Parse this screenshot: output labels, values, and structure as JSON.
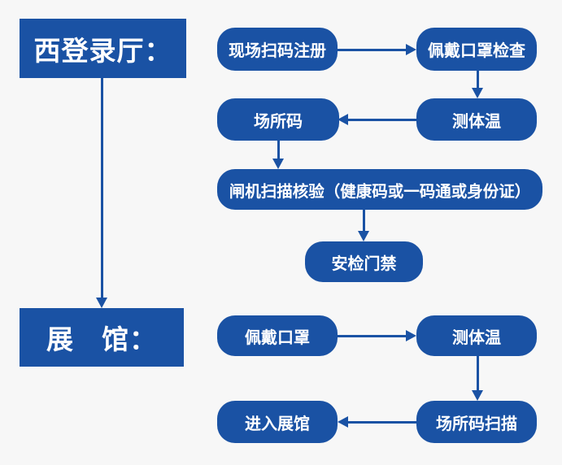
{
  "colors": {
    "primary": "#1a52a4",
    "background": "#f7f7f7",
    "node_text": "#ffffff"
  },
  "flow": {
    "type": "flowchart",
    "sections": [
      {
        "title": "西登录厅：",
        "nodes": [
          {
            "label": "现场扫码注册"
          },
          {
            "label": "佩戴口罩检查"
          },
          {
            "label": "测体温"
          },
          {
            "label": "场所码"
          },
          {
            "label": "闸机扫描核验（健康码或一码通或身份证）"
          },
          {
            "label": "安检门禁"
          }
        ],
        "edges": [
          "现场扫码注册 → 佩戴口罩检查",
          "佩戴口罩检查 → 测体温",
          "测体温 → 场所码",
          "场所码 → 闸机扫描核验（健康码或一码通或身份证）",
          "闸机扫描核验（健康码或一码通或身份证） → 安检门禁"
        ]
      },
      {
        "title": "展　馆：",
        "nodes": [
          {
            "label": "佩戴口罩"
          },
          {
            "label": "测体温"
          },
          {
            "label": "场所码扫描"
          },
          {
            "label": "进入展馆"
          }
        ],
        "edges": [
          "佩戴口罩 → 测体温",
          "测体温 → 场所码扫描",
          "场所码扫描 → 进入展馆"
        ]
      }
    ],
    "section_edge": "西登录厅 → 展馆"
  }
}
